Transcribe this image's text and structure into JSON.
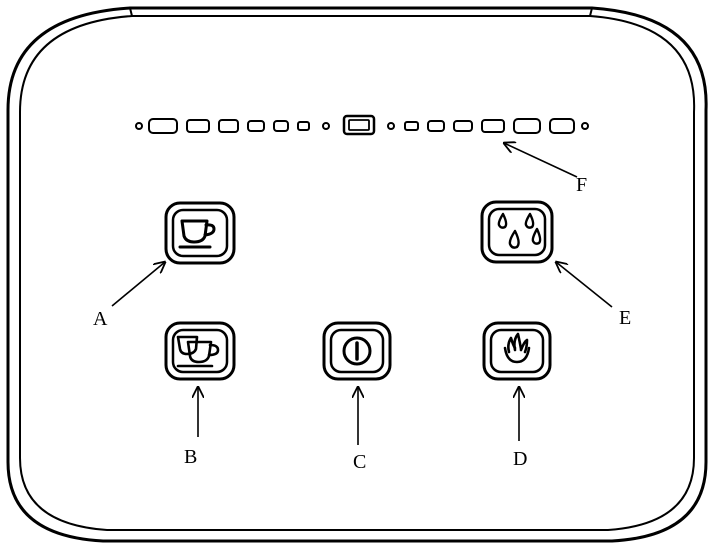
{
  "callouts": [
    {
      "id": "A",
      "label": "A",
      "target": "single-cup-button",
      "icon": "single-cup-icon"
    },
    {
      "id": "B",
      "label": "B",
      "target": "double-cup-button",
      "icon": "double-cup-icon"
    },
    {
      "id": "C",
      "label": "C",
      "target": "power-button",
      "icon": "power-icon"
    },
    {
      "id": "D",
      "label": "D",
      "target": "steam-button",
      "icon": "steam-icon"
    },
    {
      "id": "E",
      "label": "E",
      "target": "hot-water-button",
      "icon": "water-drops-icon"
    },
    {
      "id": "F",
      "label": "F",
      "target": "indicator-light-bar",
      "icon": "indicator-lights"
    }
  ],
  "colors": {
    "stroke": "#000000",
    "background": "#ffffff"
  }
}
